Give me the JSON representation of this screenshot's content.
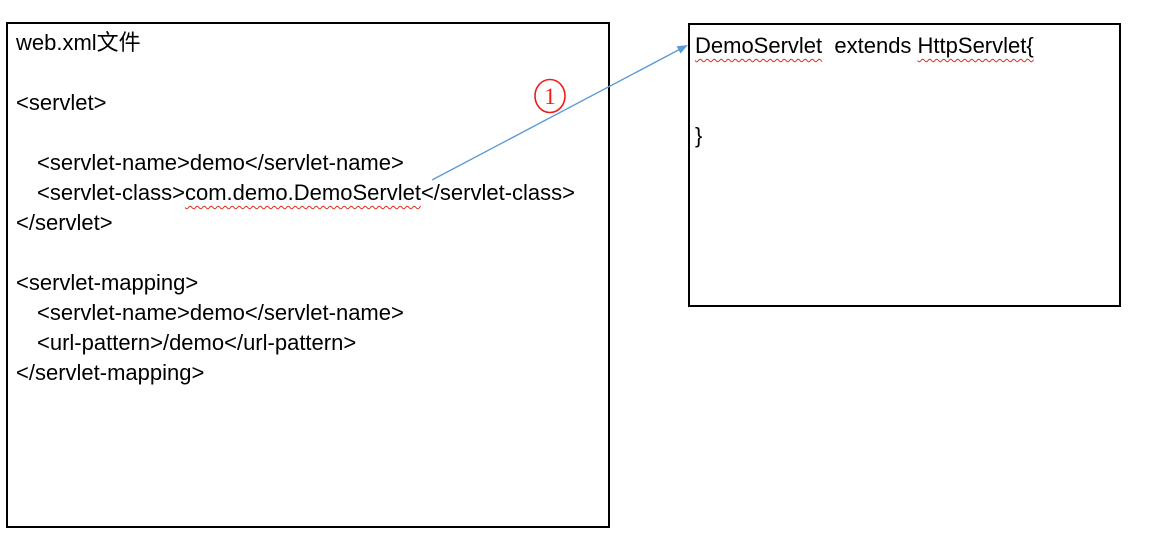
{
  "colors": {
    "arrow_blue": "#5b9bd5",
    "annotation_red": "#ee1c17",
    "squiggle_red": "#dd2b1c",
    "box_border": "#000000",
    "text": "#000000",
    "background": "#ffffff"
  },
  "webxml_box": {
    "title": "web.xml文件",
    "servlet_open": "<servlet>",
    "servlet_name": "<servlet-name>demo</servlet-name>",
    "servlet_class_prefix": "<servlet-class>",
    "servlet_class_value": "com.demo.DemoServlet",
    "servlet_class_suffix": "</servlet-class>",
    "servlet_close": "</servlet>",
    "servlet_mapping_open": "<servlet-mapping>",
    "mapping_servlet_name": "<servlet-name>demo</servlet-name>",
    "mapping_url_pattern": "<url-pattern>/demo</url-pattern>",
    "servlet_mapping_close": "</servlet-mapping>"
  },
  "servlet_class_box": {
    "class_name": "DemoServlet",
    "extends_segment": "  extends ",
    "superclass": "HttpServlet{",
    "closing_brace": "}"
  },
  "annotation": {
    "step_number": "1"
  }
}
